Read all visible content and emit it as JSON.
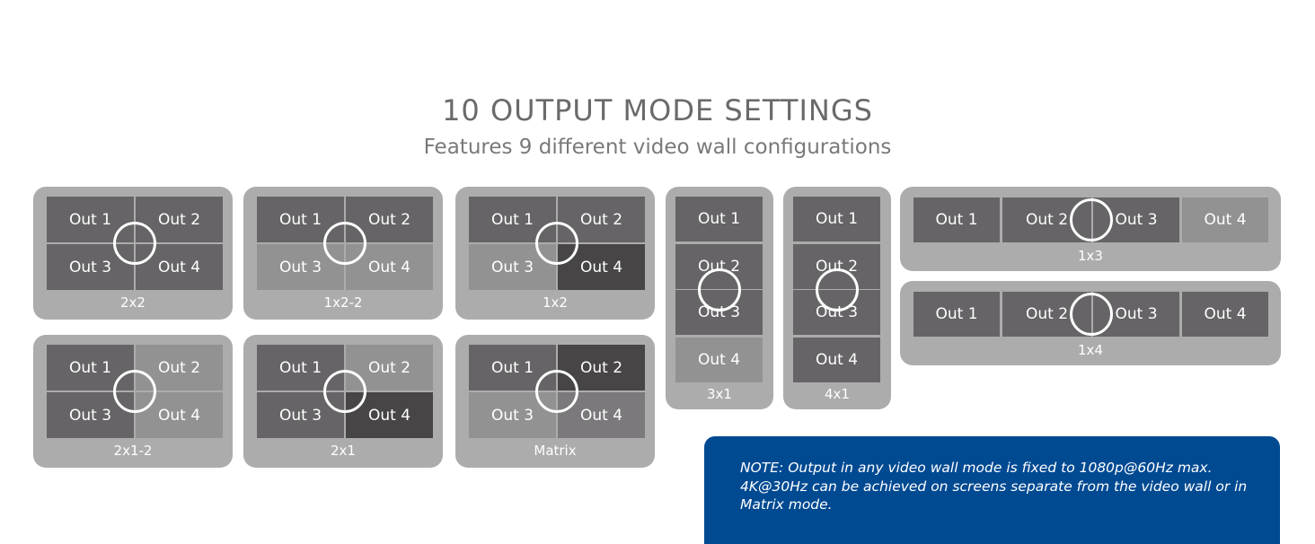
{
  "header": {
    "title": "10 OUTPUT MODE SETTINGS",
    "subtitle": "Features 9 different video wall configurations"
  },
  "colors": {
    "panel": "#adacad",
    "dark": "#666466",
    "light": "#939293",
    "darkest": "#474546",
    "mid": "#7b797b",
    "note_bg": "#004a92"
  },
  "panels": [
    {
      "label": "2x2",
      "cells": [
        {
          "label": "Out 1",
          "shade": "#666466"
        },
        {
          "label": "Out 2",
          "shade": "#666466"
        },
        {
          "label": "Out 3",
          "shade": "#666466"
        },
        {
          "label": "Out 4",
          "shade": "#666466"
        }
      ]
    },
    {
      "label": "1x2-2",
      "cells": [
        {
          "label": "Out 1",
          "shade": "#666466"
        },
        {
          "label": "Out 2",
          "shade": "#666466"
        },
        {
          "label": "Out 3",
          "shade": "#939293"
        },
        {
          "label": "Out 4",
          "shade": "#939293"
        }
      ]
    },
    {
      "label": "1x2",
      "cells": [
        {
          "label": "Out 1",
          "shade": "#666466"
        },
        {
          "label": "Out 2",
          "shade": "#666466"
        },
        {
          "label": "Out 3",
          "shade": "#939293"
        },
        {
          "label": "Out 4",
          "shade": "#474546"
        }
      ]
    },
    {
      "label": "2x1-2",
      "cells": [
        {
          "label": "Out 1",
          "shade": "#666466"
        },
        {
          "label": "Out 2",
          "shade": "#939293"
        },
        {
          "label": "Out 3",
          "shade": "#666466"
        },
        {
          "label": "Out 4",
          "shade": "#939293"
        }
      ]
    },
    {
      "label": "2x1",
      "cells": [
        {
          "label": "Out 1",
          "shade": "#666466"
        },
        {
          "label": "Out 2",
          "shade": "#939293"
        },
        {
          "label": "Out 3",
          "shade": "#666466"
        },
        {
          "label": "Out 4",
          "shade": "#474546"
        }
      ]
    },
    {
      "label": "Matrix",
      "cells": [
        {
          "label": "Out 1",
          "shade": "#666466"
        },
        {
          "label": "Out 2",
          "shade": "#474546"
        },
        {
          "label": "Out 3",
          "shade": "#939293"
        },
        {
          "label": "Out 4",
          "shade": "#7b797b"
        }
      ]
    },
    {
      "label": "3x1",
      "cells": [
        {
          "label": "Out 1",
          "shade": "#666466"
        },
        {
          "label": "Out 2",
          "shade": "#666466"
        },
        {
          "label": "Out 3",
          "shade": "#666466"
        },
        {
          "label": "Out 4",
          "shade": "#939293"
        }
      ]
    },
    {
      "label": "4x1",
      "cells": [
        {
          "label": "Out 1",
          "shade": "#666466"
        },
        {
          "label": "Out 2",
          "shade": "#666466"
        },
        {
          "label": "Out 3",
          "shade": "#666466"
        },
        {
          "label": "Out 4",
          "shade": "#666466"
        }
      ]
    },
    {
      "label": "1x3",
      "cells": [
        {
          "label": "Out 1",
          "shade": "#666466"
        },
        {
          "label": "Out 2",
          "shade": "#666466"
        },
        {
          "label": "Out 3",
          "shade": "#666466"
        },
        {
          "label": "Out 4",
          "shade": "#939293"
        }
      ]
    },
    {
      "label": "1x4",
      "cells": [
        {
          "label": "Out 1",
          "shade": "#666466"
        },
        {
          "label": "Out 2",
          "shade": "#666466"
        },
        {
          "label": "Out 3",
          "shade": "#666466"
        },
        {
          "label": "Out 4",
          "shade": "#666466"
        }
      ]
    }
  ],
  "note": {
    "text": "NOTE: Output in any video wall mode is fixed to 1080p@60Hz max. 4K@30Hz can be achieved on screens separate from the video wall or in Matrix mode."
  }
}
